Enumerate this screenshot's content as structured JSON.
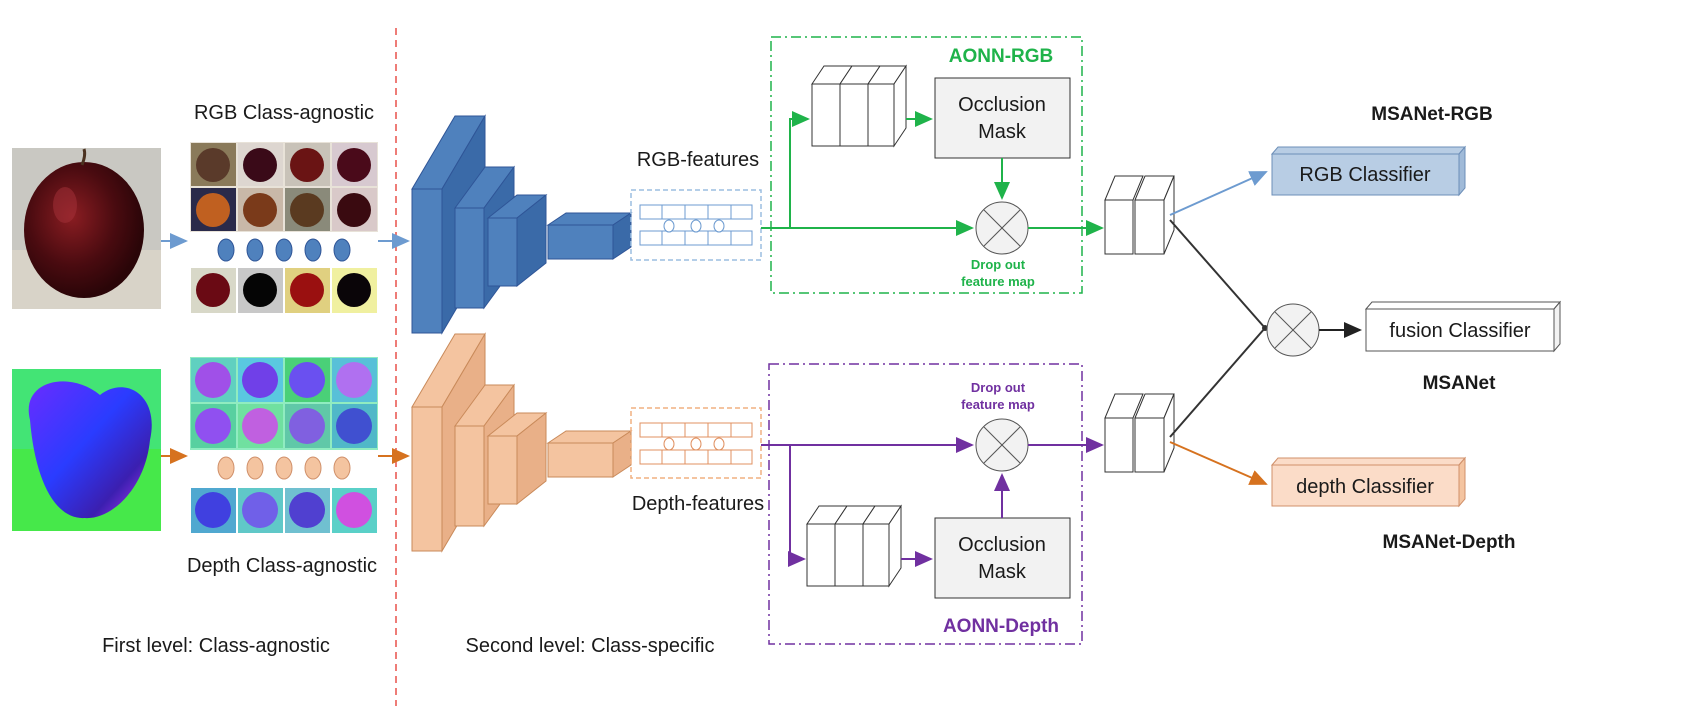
{
  "levels": {
    "first": "First level: Class-agnostic",
    "second": "Second level: Class-specific"
  },
  "inputs": {
    "rgb_label": "RGB Class-agnostic",
    "depth_label": "Depth Class-agnostic"
  },
  "features": {
    "rgb": "RGB-features",
    "depth": "Depth-features"
  },
  "aonn_rgb": {
    "title": "AONN-RGB",
    "mask_line1": "Occlusion",
    "mask_line2": "Mask",
    "dropout_line1": "Drop out",
    "dropout_line2": "feature map"
  },
  "aonn_depth": {
    "title": "AONN-Depth",
    "mask_line1": "Occlusion",
    "mask_line2": "Mask",
    "dropout_line1": "Drop out",
    "dropout_line2": "feature map"
  },
  "classifiers": {
    "rgb": "RGB Classifier",
    "fusion": "fusion Classifier",
    "depth": "depth Classifier"
  },
  "networks": {
    "rgb": "MSANet-RGB",
    "fusion": "MSANet",
    "depth": "MSANet-Depth"
  },
  "colors": {
    "rgb_blue": "#4f81bd",
    "depth_orange": "#f4c4a0",
    "green": "#1fb34a",
    "purple": "#7030a0",
    "rgb_classifier_fill": "#b8cde4",
    "depth_classifier_fill": "#fbdcc8",
    "divider_red": "#e8504a"
  }
}
